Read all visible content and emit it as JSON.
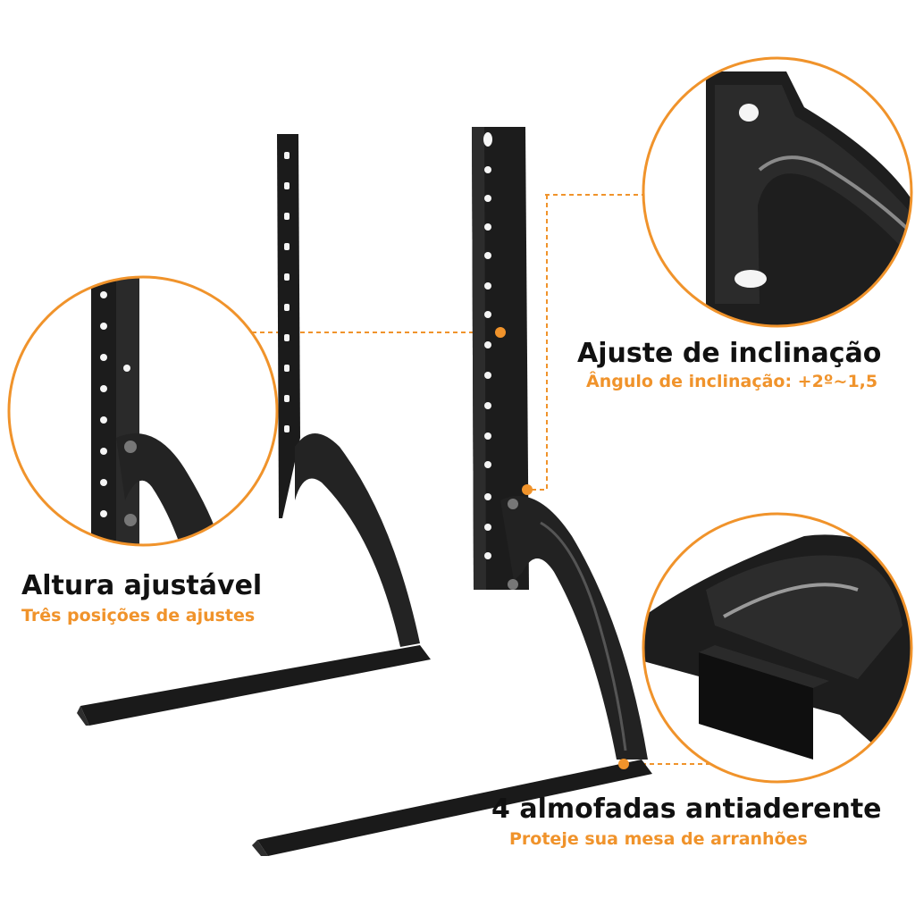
{
  "colors": {
    "accent": "#f0932b",
    "metal": "#1e1e1e",
    "text": "#111111"
  },
  "features": {
    "height": {
      "title": "Altura ajustável",
      "subtitle": "Três posições de ajustes"
    },
    "tilt": {
      "title": "Ajuste de inclinação",
      "subtitle": "Ângulo de inclinação: +2º~1,5"
    },
    "pads": {
      "title": "4 almofadas antiaderente",
      "subtitle": "Proteje sua mesa de arranhões"
    }
  }
}
